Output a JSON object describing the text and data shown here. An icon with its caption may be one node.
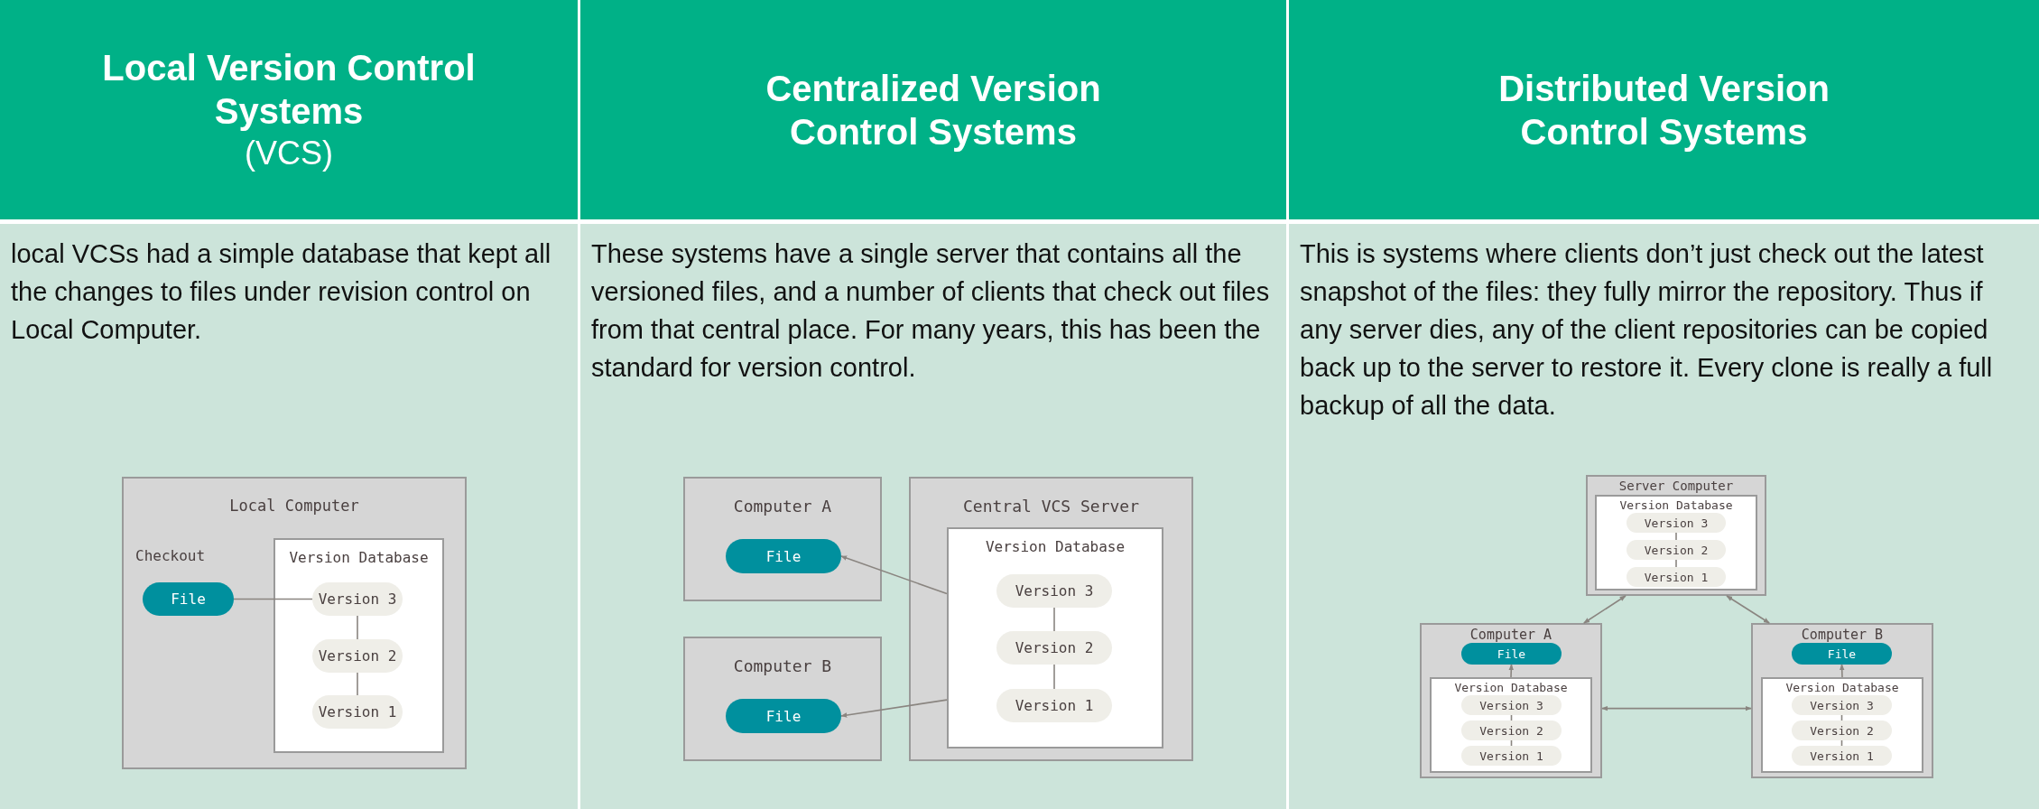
{
  "diagram": {
    "nodes": [
      {
        "text": [
          "Local Version Control Systems",
          "(VCS)"
        ]
      },
      {
        "text": [
          "local VCSs had a simple database that kept all the changes to files under revision control on Local Computer."
        ]
      },
      {
        "text": [
          "Local Computer"
        ],
        "in": 1
      },
      {
        "text": [
          "File"
        ],
        "in": 2,
        "beside": [
          "Checkout"
        ]
      },
      {
        "text": [
          "Version Database"
        ],
        "in": 2
      },
      {
        "text": [
          "Version 3"
        ],
        "in": 4
      },
      {
        "text": [
          "Version 2"
        ],
        "in": 4
      },
      {
        "text": [
          "Version 1"
        ],
        "in": 4
      },
      {
        "text": [
          "Centralized Version Control Systems"
        ]
      },
      {
        "text": [
          "These systems have a single server that contains all the versioned files, and a number of clients that check out files from that central place. For many years, this has been the standard for version control."
        ]
      },
      {
        "text": [
          "Computer A"
        ],
        "in": 9
      },
      {
        "text": [
          "File"
        ],
        "in": 10
      },
      {
        "text": [
          "Computer B"
        ],
        "in": 9
      },
      {
        "text": [
          "File"
        ],
        "in": 12
      },
      {
        "text": [
          "Central VCS Server"
        ],
        "in": 9
      },
      {
        "text": [
          "Version Database"
        ],
        "in": 14
      },
      {
        "text": [
          "Version 3"
        ],
        "in": 15
      },
      {
        "text": [
          "Version 2"
        ],
        "in": 15
      },
      {
        "text": [
          "Version 1"
        ],
        "in": 15
      },
      {
        "text": [
          "Distributed Version Control Systems"
        ]
      },
      {
        "text": [
          "This is systems where clients don’t just check out the latest snapshot of the files: they fully mirror the repository. Thus if any server dies, any of the client repositories can be copied back up to the server to restore it. Every clone is really a full backup of all the data."
        ]
      },
      {
        "text": [
          "Server Computer"
        ],
        "in": 20
      },
      {
        "text": [
          "Version Database"
        ],
        "in": 21
      },
      {
        "text": [
          "Version 3"
        ],
        "in": 22
      },
      {
        "text": [
          "Version 2"
        ],
        "in": 22
      },
      {
        "text": [
          "Version 1"
        ],
        "in": 22
      },
      {
        "text": [
          "Computer A"
        ],
        "in": 20
      },
      {
        "text": [
          "File"
        ],
        "in": 26
      },
      {
        "text": [
          "Version Database"
        ],
        "in": 26
      },
      {
        "text": [
          "Version 3"
        ],
        "in": 28
      },
      {
        "text": [
          "Version 2"
        ],
        "in": 28
      },
      {
        "text": [
          "Version 1"
        ],
        "in": 28
      },
      {
        "text": [
          "Computer B"
        ],
        "in": 20
      },
      {
        "text": [
          "File"
        ],
        "in": 32
      },
      {
        "text": [
          "Version Database"
        ],
        "in": 32
      },
      {
        "text": [
          "Version 3"
        ],
        "in": 34
      },
      {
        "text": [
          "Version 2"
        ],
        "in": 34
      },
      {
        "text": [
          "Version 1"
        ],
        "in": 34
      }
    ],
    "edges": [
      {
        "from": 3,
        "to": 5,
        "arrow": "none"
      },
      {
        "from": 5,
        "to": 6,
        "arrow": "none"
      },
      {
        "from": 6,
        "to": 7,
        "arrow": "none"
      },
      {
        "from": 15,
        "to": 11,
        "arrow": "to"
      },
      {
        "from": 15,
        "to": 13,
        "arrow": "to"
      },
      {
        "from": 16,
        "to": 17,
        "arrow": "none"
      },
      {
        "from": 17,
        "to": 18,
        "arrow": "none"
      },
      {
        "from": 21,
        "to": 26,
        "arrow": "both"
      },
      {
        "from": 21,
        "to": 32,
        "arrow": "both"
      },
      {
        "from": 26,
        "to": 32,
        "arrow": "both"
      },
      {
        "from": 28,
        "to": 27,
        "arrow": "to"
      },
      {
        "from": 34,
        "to": 33,
        "arrow": "to"
      },
      {
        "from": 23,
        "to": 24,
        "arrow": "none"
      },
      {
        "from": 24,
        "to": 25,
        "arrow": "none"
      },
      {
        "from": 29,
        "to": 30,
        "arrow": "none"
      },
      {
        "from": 30,
        "to": 31,
        "arrow": "none"
      },
      {
        "from": 35,
        "to": 36,
        "arrow": "none"
      },
      {
        "from": 36,
        "to": 37,
        "arrow": "none"
      }
    ]
  }
}
